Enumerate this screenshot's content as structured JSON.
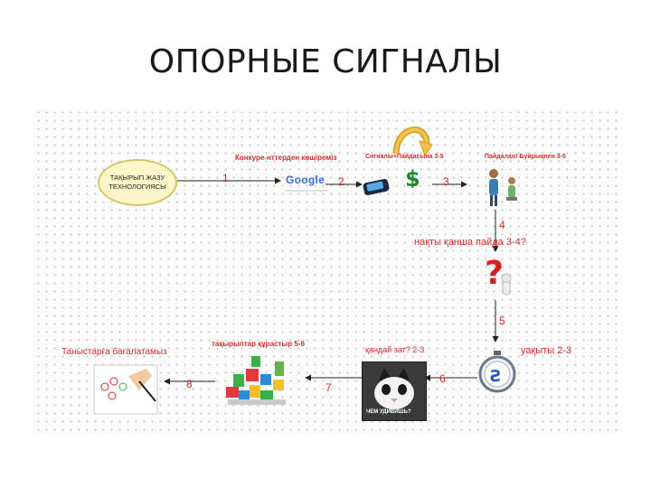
{
  "title": "ОПОРНЫЕ СИГНАЛЫ",
  "start_node": {
    "line1": "ТАҚЫРЫП ЖАЗУ",
    "line2": "ТЕХНОЛОГИЯСЫ"
  },
  "steps": {
    "s1": "1",
    "s2": "2",
    "s3": "3",
    "s4": "4",
    "s5": "5",
    "s6": "6",
    "s7": "7",
    "s8": "8"
  },
  "labels": {
    "competitors": "Конкуре-нттерден көшіреміз",
    "signals_benefit": "Сигналы+Пайдасына 3-5",
    "benefit_service": "Пайдалан! Бүйрықпен 3-5",
    "exact_benefit": "нақты қанша пайда 3-4?",
    "time": "уақыты 2-3",
    "what_thing": "қандай зат? 2-3",
    "structure_topics": "тақырыптар құрастыр 5-6",
    "evaluate": "Таныстарға бағалатамыз"
  },
  "google_text": "Google",
  "cat_caption": "ЧЕМ УДИВИШЬ?"
}
